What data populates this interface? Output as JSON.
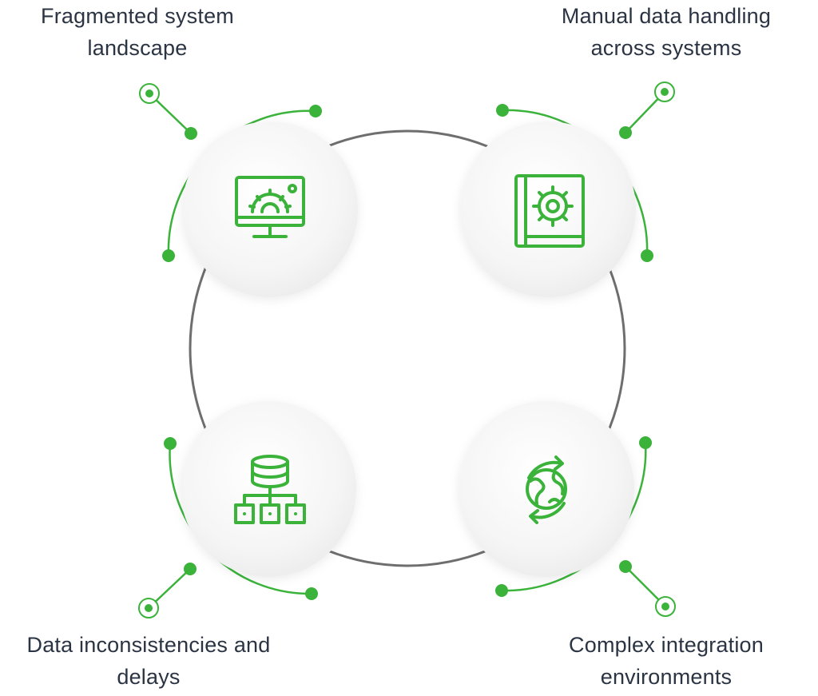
{
  "colors": {
    "accent": "#3bb33b",
    "ring": "#6e6e6e",
    "node_fill": "#f3f3f3",
    "text": "#2b3443"
  },
  "nodes": [
    {
      "id": "tl",
      "label_lines": [
        "Fragmented system",
        "landscape"
      ],
      "icon": "monitor-gear-icon"
    },
    {
      "id": "tr",
      "label_lines": [
        "Manual data handling",
        "across systems"
      ],
      "icon": "book-gear-icon"
    },
    {
      "id": "bl",
      "label_lines": [
        "Data inconsistencies and",
        "delays"
      ],
      "icon": "database-hierarchy-icon"
    },
    {
      "id": "br",
      "label_lines": [
        "Complex integration",
        "environments"
      ],
      "icon": "globe-sync-icon"
    }
  ]
}
